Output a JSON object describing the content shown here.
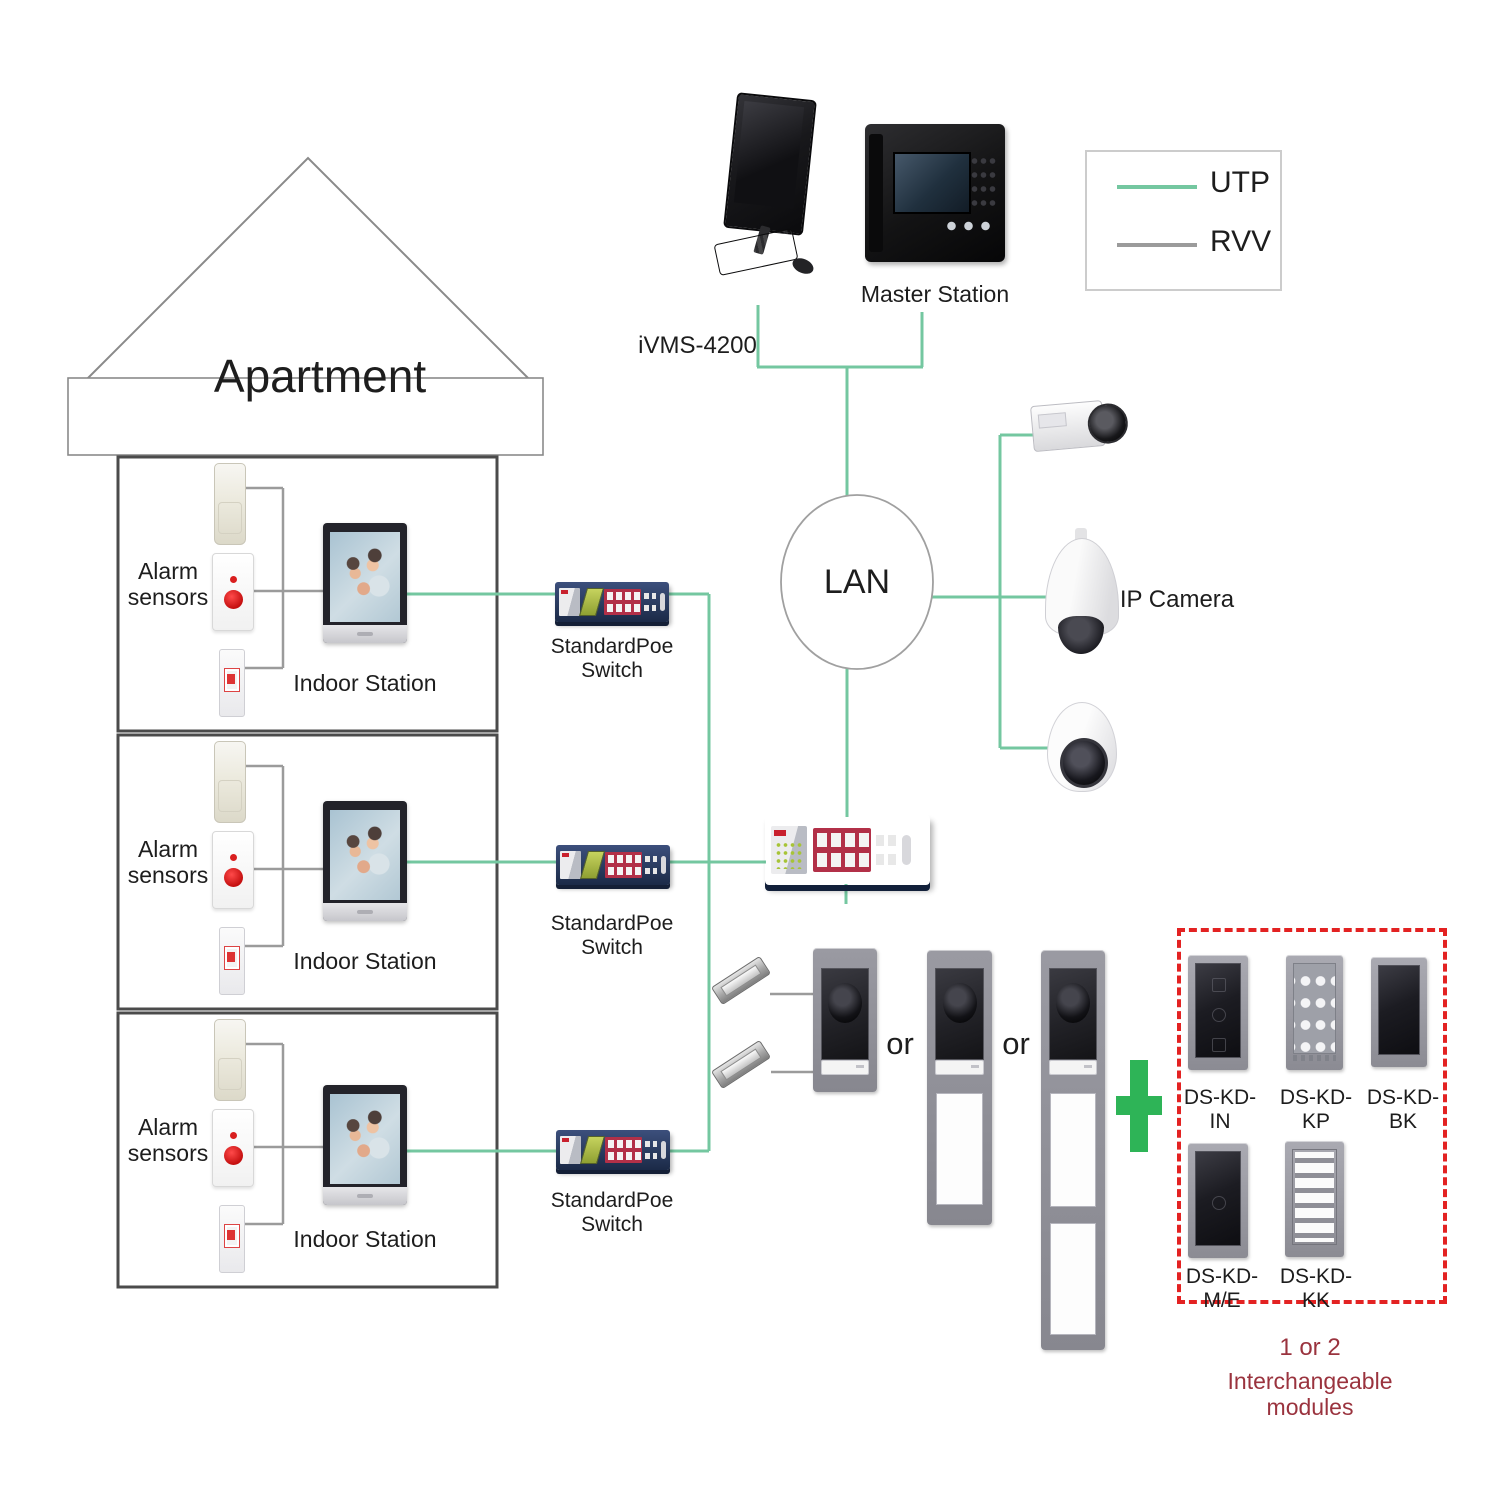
{
  "legend": {
    "items": [
      {
        "label": "UTP",
        "color": "#74c7a0"
      },
      {
        "label": "RVV",
        "color": "#9b9b9b"
      }
    ]
  },
  "apartment": {
    "title": "Apartment",
    "floors": [
      {
        "alarm_line1": "Alarm",
        "alarm_line2": "sensors",
        "station_label": "Indoor Station"
      },
      {
        "alarm_line1": "Alarm",
        "alarm_line2": "sensors",
        "station_label": "Indoor Station"
      },
      {
        "alarm_line1": "Alarm",
        "alarm_line2": "sensors",
        "station_label": "Indoor Station"
      }
    ]
  },
  "network": {
    "switches": [
      {
        "label": "StandardPoe Switch"
      },
      {
        "label": "StandardPoe Switch"
      },
      {
        "label": "StandardPoe Switch"
      }
    ],
    "lan_label": "LAN",
    "ivms_label": "iVMS-4200",
    "master_station_label": "Master Station",
    "ip_camera_label": "IP Camera"
  },
  "door_area": {
    "or_labels": [
      "or",
      "or"
    ]
  },
  "modules": {
    "items": [
      {
        "label": "DS-KD-IN"
      },
      {
        "label": "DS-KD-KP"
      },
      {
        "label": "DS-KD-BK"
      },
      {
        "label": "DS-KD-M/E"
      },
      {
        "label": "DS-KD-KK"
      }
    ],
    "caption_line1": "1 or 2",
    "caption_line2": "Interchangeable modules"
  },
  "colors": {
    "utp_wire": "#74c7a0",
    "rvv_wire": "#9b9b9b",
    "module_box_border": "#e32222",
    "caption_text": "#9a333e",
    "plus_sign": "#2eb457"
  }
}
